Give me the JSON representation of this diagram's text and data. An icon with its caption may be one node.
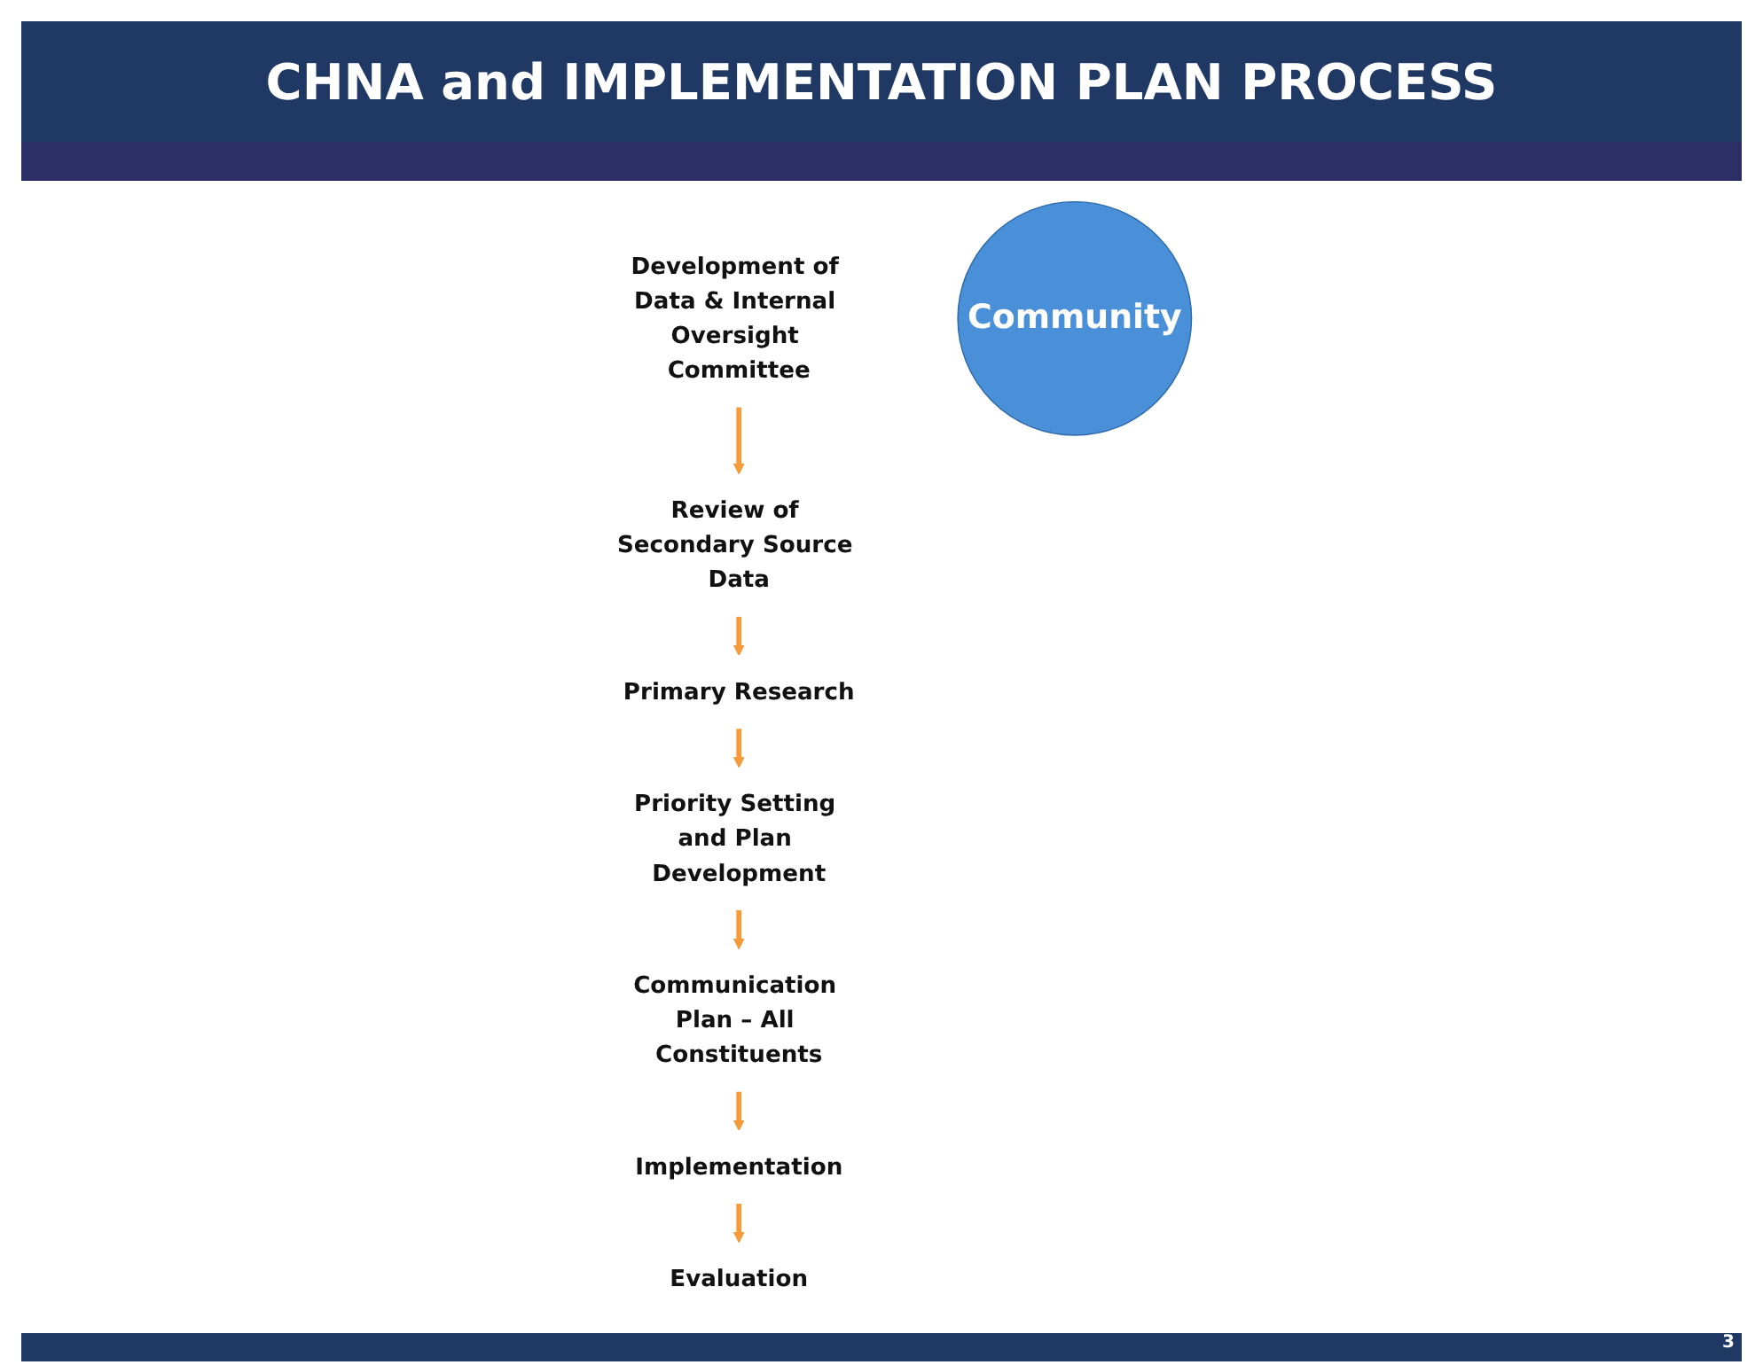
{
  "diagram": {
    "title": "CHNA and IMPLEMENTATION PLAN PROCESS",
    "nodes": [
      {
        "text": [
          "Development of Data & Internal Oversight Committee"
        ]
      },
      {
        "text": [
          "Review of Secondary Source Data"
        ]
      },
      {
        "text": [
          "Primary Research"
        ]
      },
      {
        "text": [
          "Priority Setting and Plan Development"
        ]
      },
      {
        "text": [
          "Communication Plan – All Constituents"
        ]
      },
      {
        "text": [
          "Implementation"
        ]
      },
      {
        "text": [
          "Evaluation"
        ]
      },
      {
        "text": [
          "Community"
        ]
      }
    ],
    "edges": [
      {
        "from": 0,
        "to": 1,
        "arrow": "to"
      },
      {
        "from": 1,
        "to": 2,
        "arrow": "to"
      },
      {
        "from": 2,
        "to": 3,
        "arrow": "to"
      },
      {
        "from": 3,
        "to": 4,
        "arrow": "to"
      },
      {
        "from": 4,
        "to": 5,
        "arrow": "to"
      },
      {
        "from": 5,
        "to": 6,
        "arrow": "to"
      }
    ],
    "labels": [
      "3"
    ]
  }
}
